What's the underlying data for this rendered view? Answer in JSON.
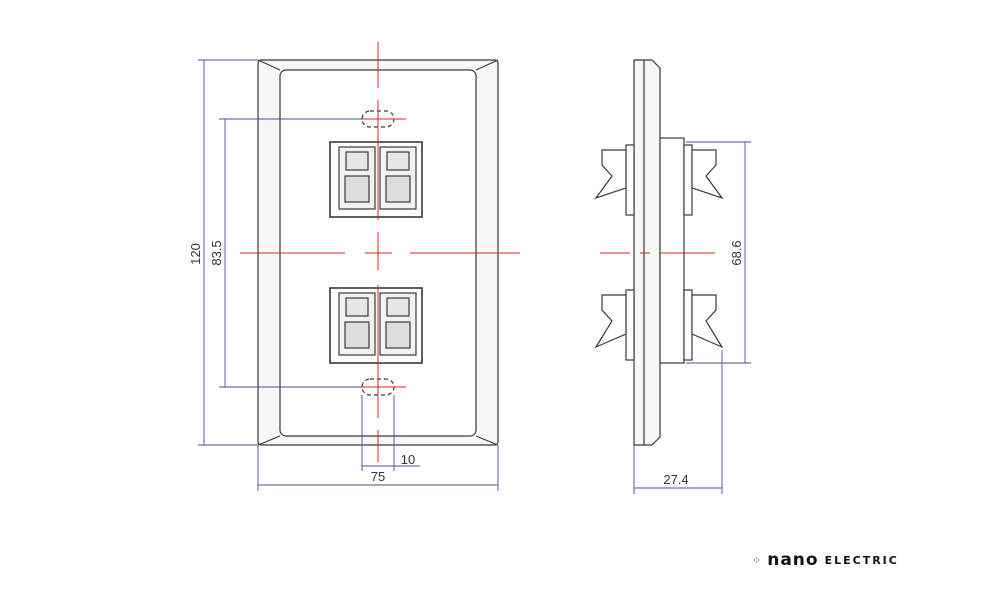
{
  "colors": {
    "outline": "#3a3a3a",
    "dimension": "#4a4e9a",
    "centerline": "#e02020",
    "fill": "#f2f2f2"
  },
  "dimensions": {
    "height_total": "120",
    "height_mount": "83.5",
    "width_total": "75",
    "slot_width": "10",
    "depth": "27.4",
    "side_mount": "68.6"
  },
  "brand": {
    "icon": "diamond-dots-icon",
    "logo": "nano",
    "word": "ELECTRIC"
  }
}
